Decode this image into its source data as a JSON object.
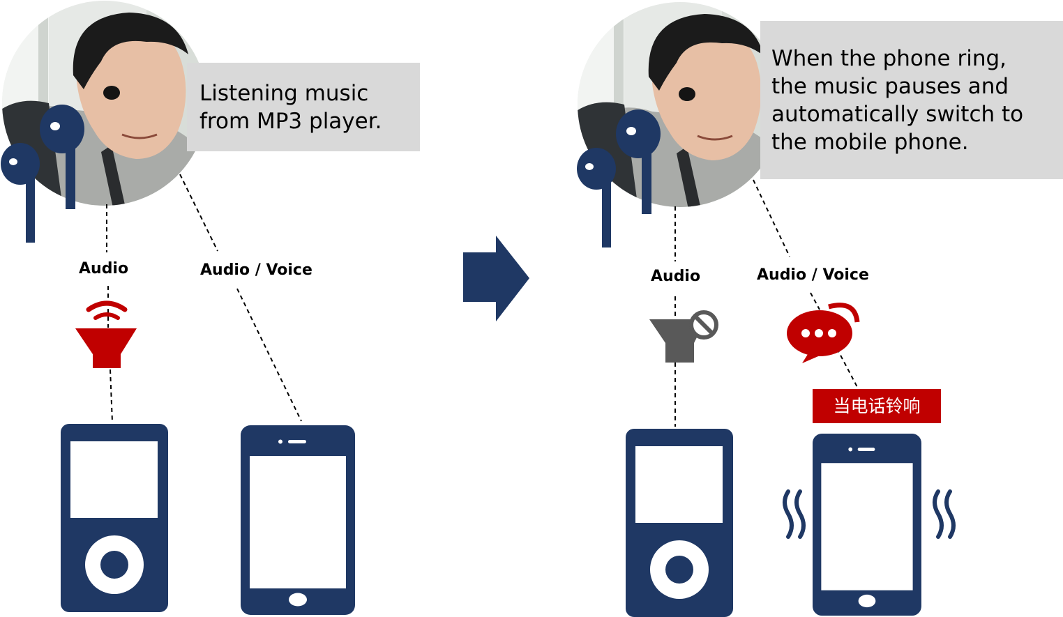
{
  "left_panel": {
    "caption": [
      "Listening music",
      "from MP3 player."
    ],
    "audio_label": "Audio",
    "audio_voice_label": "Audio / Voice"
  },
  "right_panel": {
    "caption": [
      "When the phone ring,",
      "the music pauses and",
      "automatically switch to",
      "the mobile phone."
    ],
    "audio_label": "Audio",
    "audio_voice_label": "Audio / Voice",
    "ring_badge": "当电话铃响"
  },
  "colors": {
    "navy": "#1f3864",
    "red": "#c00000",
    "gray_icon": "#595959",
    "caption_bg": "#d9d9d9"
  },
  "icons": [
    "person-with-earbuds-photo",
    "earbuds-icon",
    "bluetooth-speaker-icon",
    "muted-speaker-icon",
    "chat-bubble-icon",
    "mp3-player-icon",
    "smartphone-icon",
    "vibration-icon",
    "arrow-right-icon"
  ]
}
